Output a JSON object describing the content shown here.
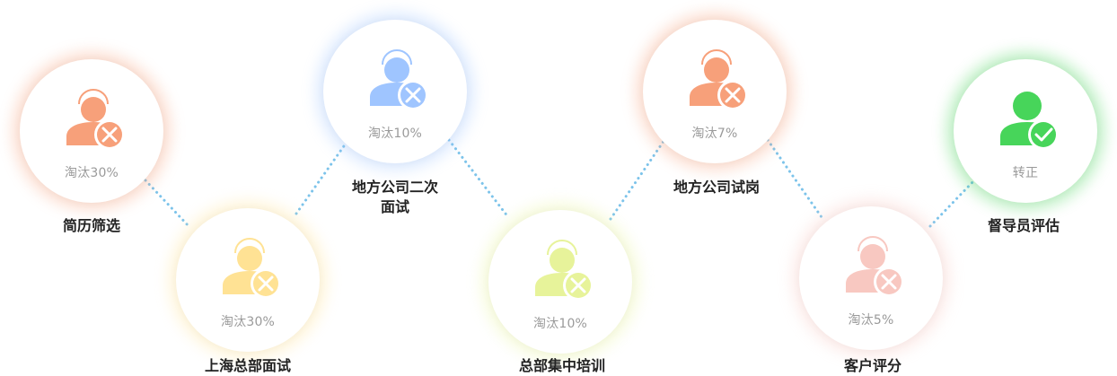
{
  "stages": [
    {
      "name": "简历筛选",
      "status": "淘汰30%",
      "icon": "user-reject-icon",
      "color": "#f7a07a"
    },
    {
      "name": "上海总部面试",
      "status": "淘汰30%",
      "icon": "user-reject-icon",
      "color": "#ffe294"
    },
    {
      "name_lines": [
        "地方公司二次",
        "面试"
      ],
      "status": "淘汰10%",
      "icon": "user-reject-icon",
      "color": "#9fc5ff"
    },
    {
      "name": "总部集中培训",
      "status": "淘汰10%",
      "icon": "user-reject-icon",
      "color": "#e7f39a"
    },
    {
      "name": "地方公司试岗",
      "status": "淘汰7%",
      "icon": "user-reject-icon",
      "color": "#f7a07a"
    },
    {
      "name": "客户评分",
      "status": "淘汰5%",
      "icon": "user-reject-icon",
      "color": "#f8c8c1"
    },
    {
      "name": "督导员评估",
      "status": "转正",
      "icon": "user-check-icon",
      "color": "#47d55a"
    }
  ]
}
